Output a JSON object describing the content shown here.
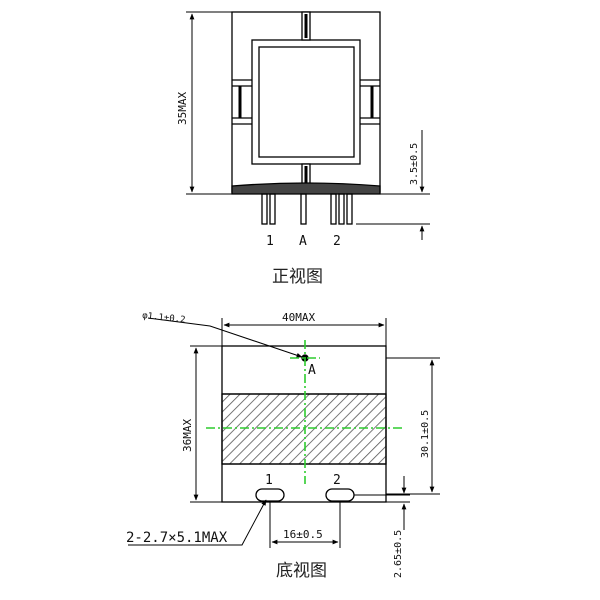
{
  "colors": {
    "line": "#000000",
    "center_line": "#2ecc2e",
    "hatch": "#555555",
    "background": "#ffffff"
  },
  "front_view": {
    "caption": "正视图",
    "height_dim": "35MAX",
    "pin_dim": "3.5±0.5",
    "pin_labels": [
      "1",
      "A",
      "2"
    ]
  },
  "bottom_view": {
    "caption": "底视图",
    "width_dim": "40MAX",
    "height_dim": "36MAX",
    "pin_hole_dim": "φ1.1±0.2",
    "pin_mark": "A",
    "right_dim": "30.1±0.5",
    "spacing_dim": "16±0.5",
    "slot_dim": "2-2.7×5.1MAX",
    "offset_dim": "2.65±0.5",
    "pin_labels": [
      "1",
      "2"
    ]
  }
}
